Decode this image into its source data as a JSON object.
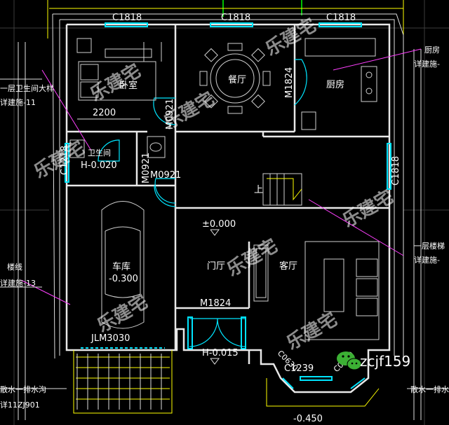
{
  "windows": {
    "top_left": "C1818",
    "top_mid": "C1818",
    "top_right": "C1818",
    "left": "C1218",
    "right": "C1818",
    "bay_left": "C0630",
    "bay_mid": "C1239",
    "bay_right": "C0630"
  },
  "doors": {
    "dining": "M0921",
    "kitchen": "M1824",
    "bath_a": "M0921",
    "bath_b": "M0921",
    "main": "M1824",
    "garage": "JLM3030"
  },
  "rooms": {
    "bedroom": "卧室",
    "dining": "餐厅",
    "kitchen": "厨房",
    "bathroom": "卫生间",
    "garage": "车库",
    "hall": "门厅",
    "living": "客厅"
  },
  "levels": {
    "bathroom": "H-0.020",
    "floor": "±0.000",
    "garage": "-0.300",
    "entrance": "H-0.015",
    "outside": "-0.450"
  },
  "dimensions": {
    "bedroom_width": "2200"
  },
  "stairs_up": "上",
  "notes": {
    "left_1_line1": "一层卫生间大样",
    "left_1_line2": "详建施-11",
    "left_2_line1": "楼线",
    "left_2_line2": "详建施-13",
    "left_3": "散水一排水沟",
    "left_4": "详11ZJ901",
    "right_1_line1": "厨房",
    "right_1_line2": "详建施-",
    "right_2_line1": "一层楼梯",
    "right_2_line2": "详建施-",
    "right_3": "散水一排水"
  },
  "watermark": "乐建宅",
  "handle": "zcjf159"
}
